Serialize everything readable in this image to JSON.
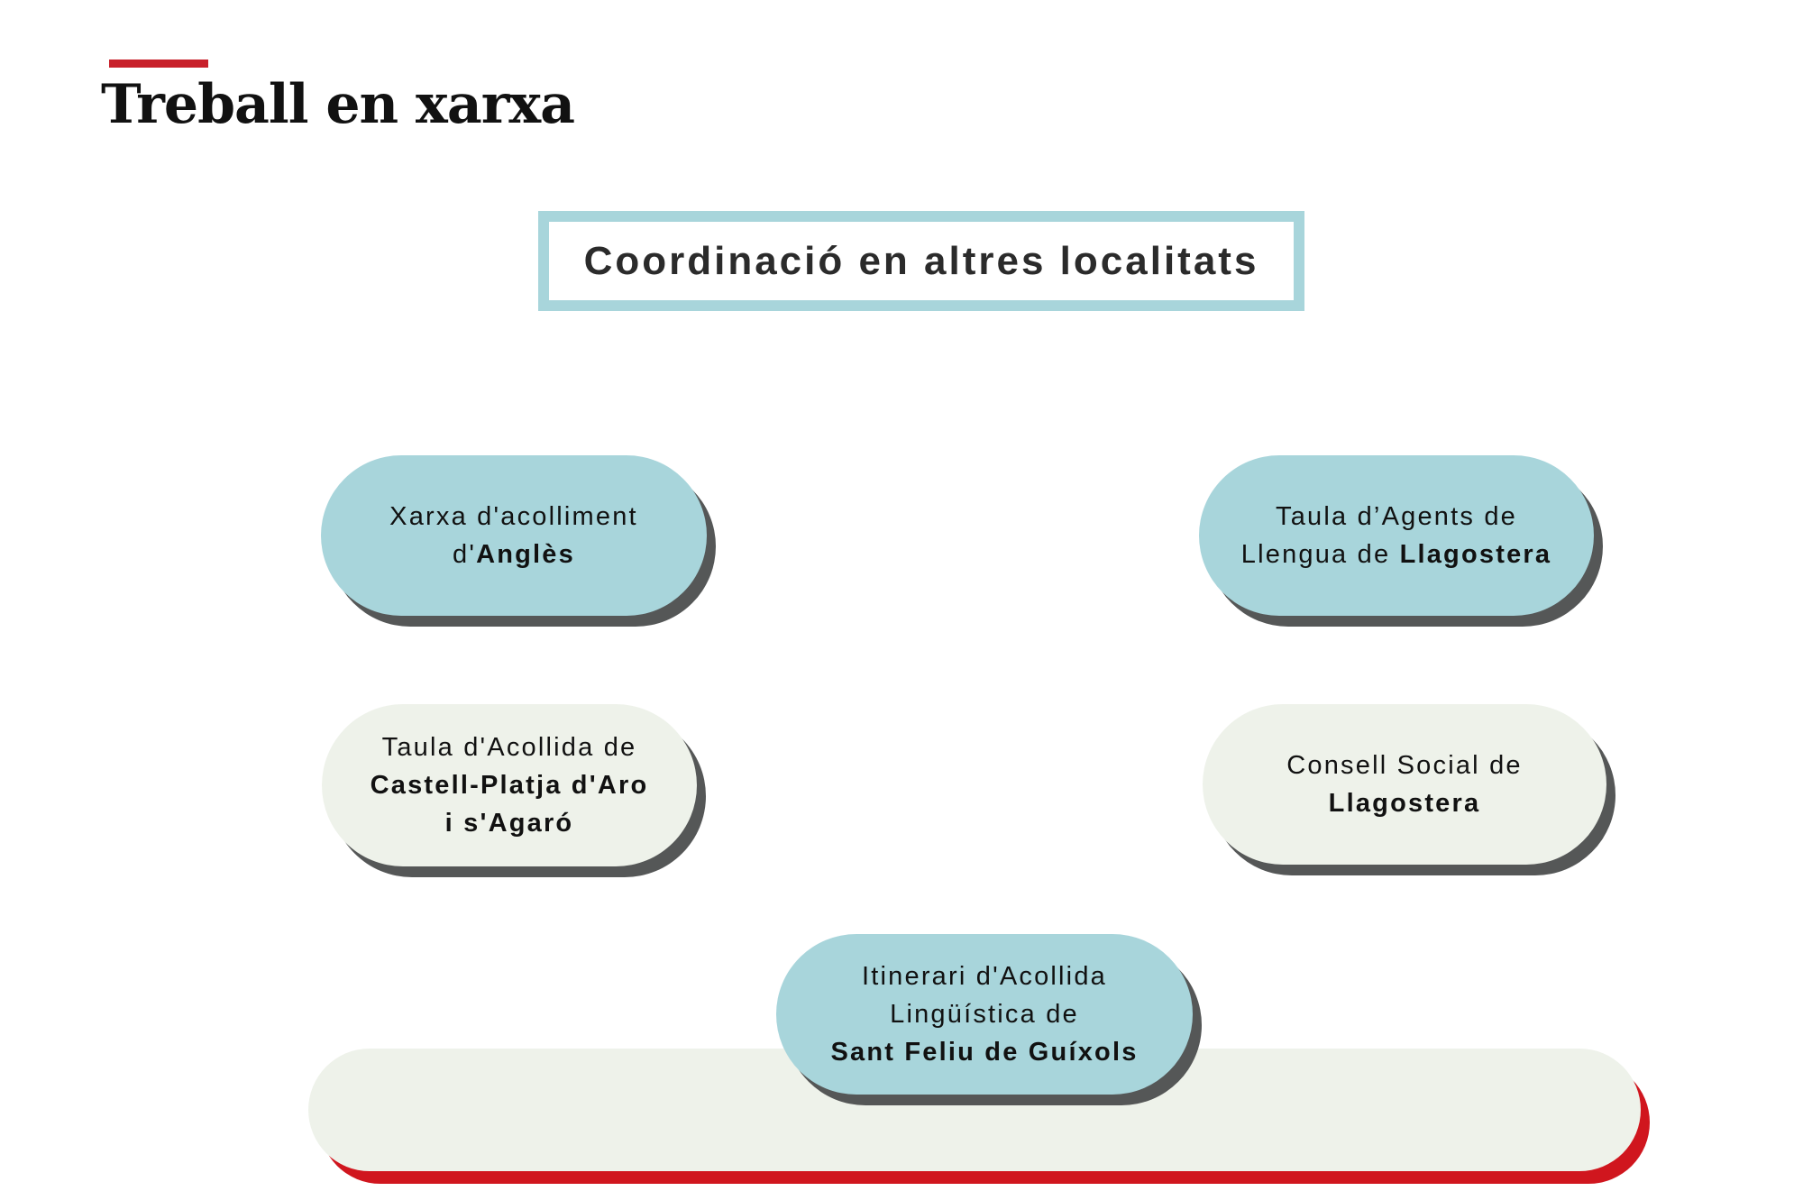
{
  "header": {
    "title": "Treball en xarxa",
    "accent_color": "#c8202a"
  },
  "section": {
    "title": "Coordinació en altres localitats",
    "border_color": "#a8d5db"
  },
  "nodes": [
    {
      "id": "angles",
      "style": "teal",
      "lines": [
        {
          "regular": "Xarxa d'acolliment",
          "bold": ""
        },
        {
          "regular": "d'",
          "bold": "Anglès"
        }
      ]
    },
    {
      "id": "llagostera-agents",
      "style": "teal",
      "lines": [
        {
          "regular": "Taula d’Agents de",
          "bold": ""
        },
        {
          "regular": "Llengua de ",
          "bold": "Llagostera"
        }
      ]
    },
    {
      "id": "castell-platja-aro",
      "style": "cream",
      "lines": [
        {
          "regular": "Taula d'Acollida de",
          "bold": ""
        },
        {
          "regular": "",
          "bold": "Castell-Platja d'Aro"
        },
        {
          "regular": "",
          "bold": "i s'Agaró"
        }
      ]
    },
    {
      "id": "llagostera-consell",
      "style": "cream",
      "lines": [
        {
          "regular": "Consell Social de",
          "bold": ""
        },
        {
          "regular": "",
          "bold": "Llagostera"
        }
      ]
    },
    {
      "id": "sant-feliu",
      "style": "teal",
      "lines": [
        {
          "regular": "Itinerari d'Acollida",
          "bold": ""
        },
        {
          "regular": "Lingüística de",
          "bold": ""
        },
        {
          "regular": "",
          "bold": "Sant Feliu de Guíxols"
        }
      ]
    }
  ],
  "colors": {
    "teal": "#a8d5db",
    "cream": "#eef2ea",
    "shadow": "#555757",
    "base_shadow": "#d0161e"
  }
}
